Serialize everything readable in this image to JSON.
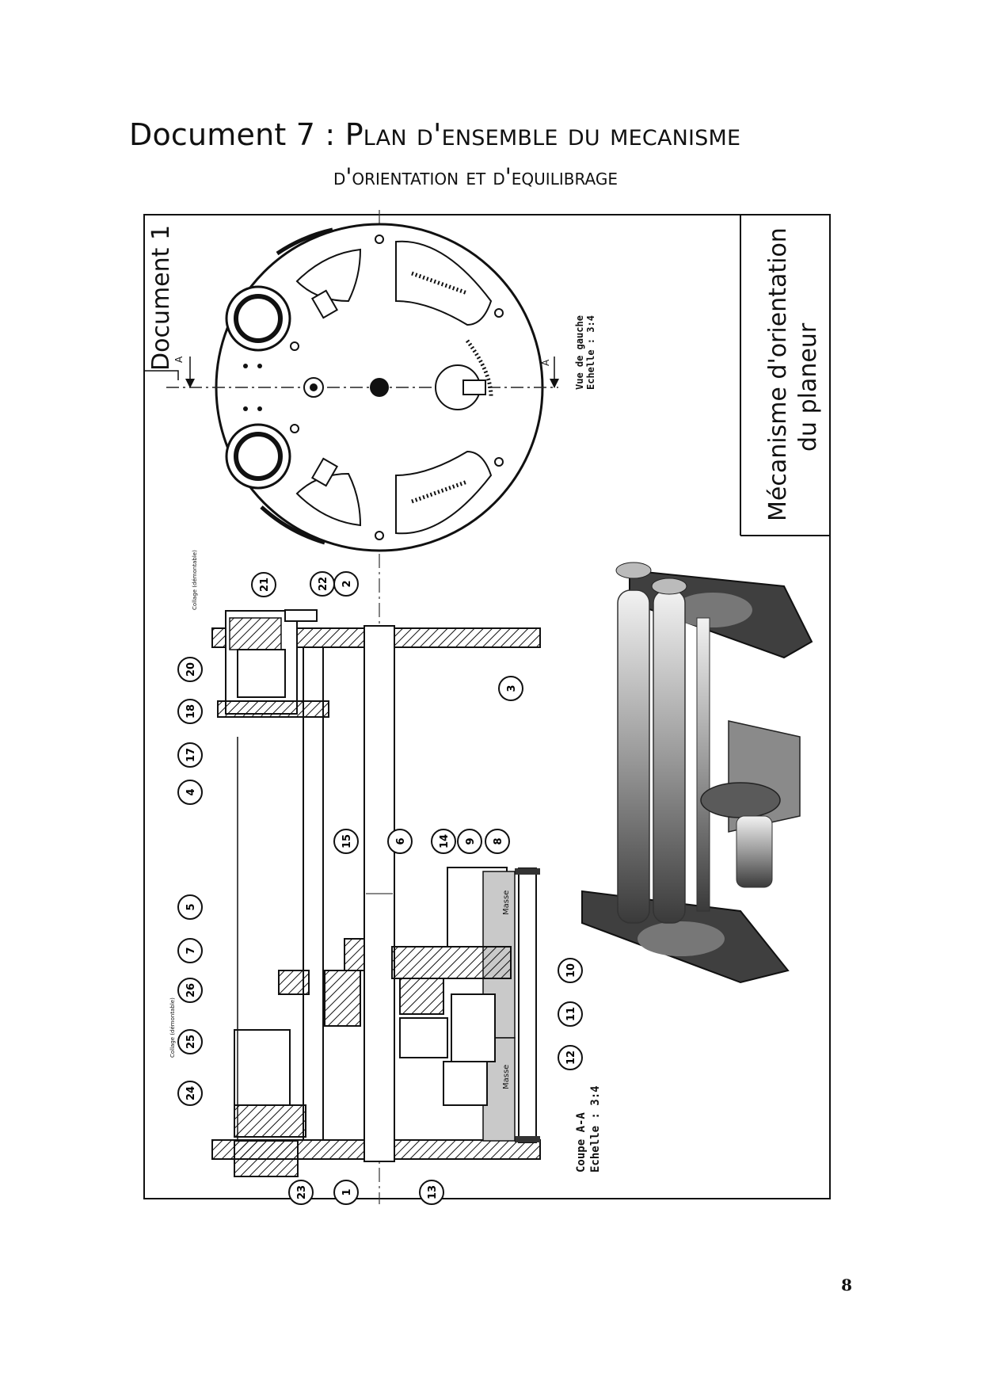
{
  "header": {
    "doc_label": "Document 7 :",
    "title_line1": "Plan d'ensemble du mecanisme",
    "title_line2": "d'orientation et d'equilibrage"
  },
  "drawing": {
    "tab_label": "Document 1",
    "cartouche_line1": "Mécanisme d'orientation",
    "cartouche_line2": "du planeur",
    "left_view_line1": "Vue de gauche",
    "left_view_line2": "Echelle : 3:4",
    "section_line1": "Coupe A-A",
    "section_line2": "Echelle : 3:4",
    "section_marker": "A",
    "collage_label": "Collage (démontable)",
    "masse_label": "Masse",
    "part_numbers": [
      "1",
      "2",
      "3",
      "4",
      "5",
      "6",
      "7",
      "8",
      "9",
      "10",
      "11",
      "12",
      "13",
      "14",
      "15",
      "17",
      "18",
      "20",
      "21",
      "22",
      "23",
      "24",
      "25",
      "26"
    ]
  },
  "footer": {
    "page_number": "8"
  }
}
